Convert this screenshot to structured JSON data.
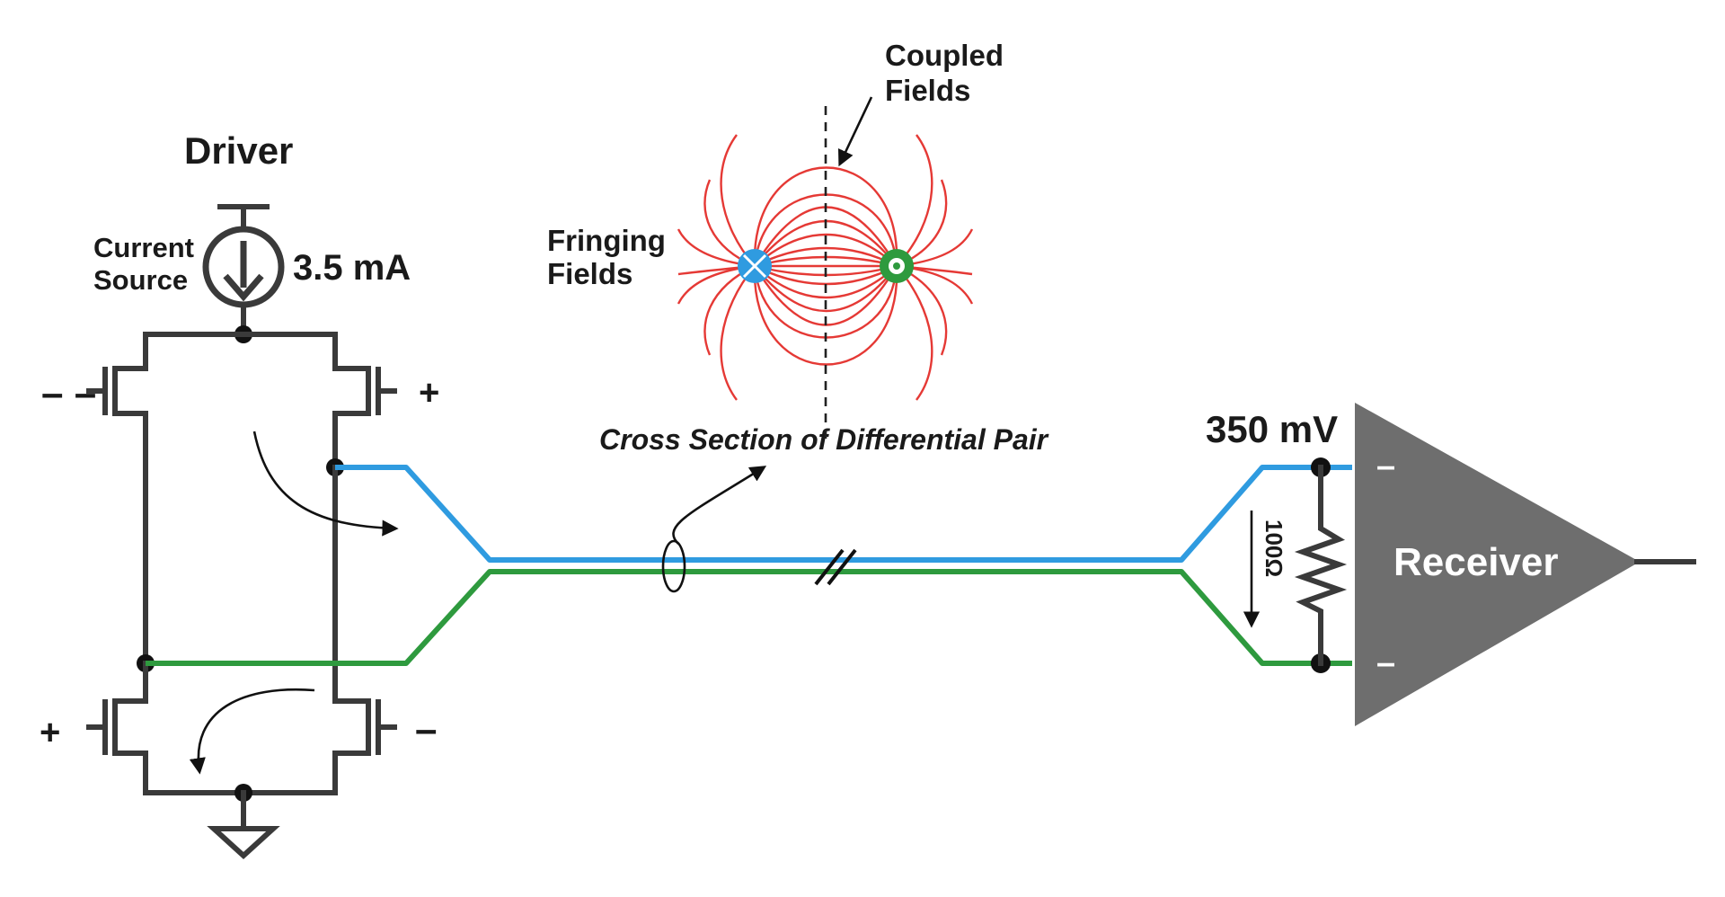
{
  "labels": {
    "driver": "Driver",
    "current_source_line1": "Current",
    "current_source_line2": "Source",
    "current_value": "3.5 mA",
    "fringing_line1": "Fringing",
    "fringing_line2": "Fields",
    "coupled_line1": "Coupled",
    "coupled_line2": "Fields",
    "cross_section": "Cross Section of Differential Pair",
    "voltage": "350 mV",
    "resistor": "100Ω",
    "receiver": "Receiver",
    "gate_top_left": "– –",
    "gate_top_right": "+",
    "gate_bottom_left": "+",
    "gate_bottom_right": "–",
    "receiver_in_top": "–",
    "receiver_in_bottom": "–"
  },
  "colors": {
    "positive_trace": "#2f9be0",
    "negative_trace": "#2e9a3e",
    "field_lines": "#e53935",
    "receiver_fill": "#6e6e6e",
    "wiring": "#3a3a3a"
  }
}
